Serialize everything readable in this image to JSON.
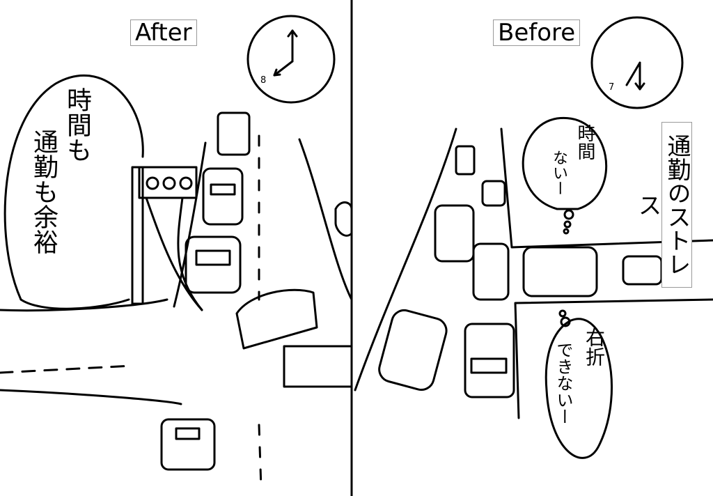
{
  "panels": {
    "left": {
      "title": "After",
      "clock_hour_label": "8",
      "thought_text_col1": "時間も",
      "thought_text_col2": "通勤も余裕"
    },
    "right": {
      "title": "Before",
      "clock_hour_label": "7",
      "caption": "通勤のストレス",
      "bubble_top_col1": "時間",
      "bubble_top_col2": "ないー",
      "bubble_bottom_col1": "右折",
      "bubble_bottom_col2": "できないー"
    }
  }
}
